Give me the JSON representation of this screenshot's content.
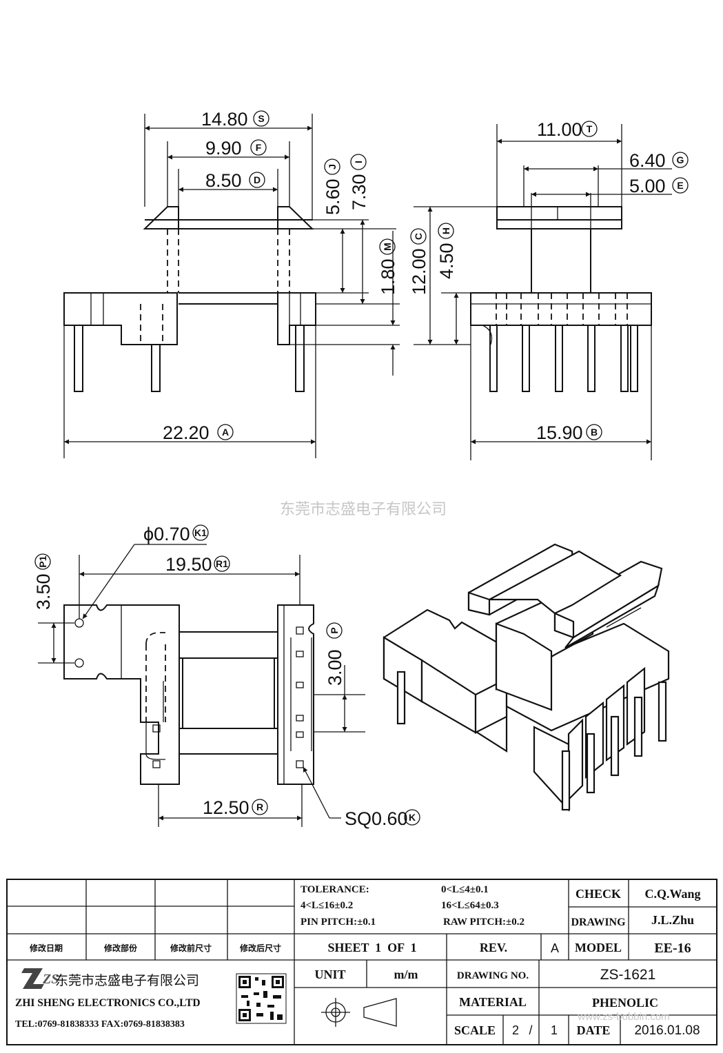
{
  "watermark": "东莞市志盛电子有限公司",
  "watermark_bottom": "www.zs-bobbin.com",
  "dimensions": {
    "front_top_width": {
      "value": "14.80",
      "tag": "S"
    },
    "front_mid_width": {
      "value": "9.90",
      "tag": "F"
    },
    "front_inner_width": {
      "value": "8.50",
      "tag": "D"
    },
    "front_h1": {
      "value": "5.60",
      "tag": "J"
    },
    "front_h2": {
      "value": "7.30",
      "tag": "I"
    },
    "front_h3": {
      "value": "1.80",
      "tag": "M"
    },
    "front_base_width": {
      "value": "22.20",
      "tag": "A"
    },
    "side_top_width": {
      "value": "11.00",
      "tag": "T"
    },
    "side_mid_width": {
      "value": "6.40",
      "tag": "G"
    },
    "side_inner_width": {
      "value": "5.00",
      "tag": "E"
    },
    "side_total_height": {
      "value": "12.00",
      "tag": "C"
    },
    "side_base_height": {
      "value": "4.50",
      "tag": "H"
    },
    "side_base_width": {
      "value": "15.90",
      "tag": "B"
    },
    "bottom_pin_dia": {
      "value": "ϕ0.70",
      "tag": "K1"
    },
    "bottom_span": {
      "value": "19.50",
      "tag": "R1"
    },
    "bottom_pitch_left": {
      "value": "3.50",
      "tag": "P1"
    },
    "bottom_pitch_right": {
      "value": "3.00",
      "tag": "P"
    },
    "bottom_width": {
      "value": "12.50",
      "tag": "R"
    },
    "bottom_square_pin": {
      "value": "SQ0.60",
      "tag": "K"
    }
  },
  "title_block": {
    "tolerance_label": "TOLERANCE:",
    "tol_1": "0<L≤4±0.1",
    "tol_2": "4<L≤16±0.2",
    "tol_3": "16<L≤64±0.3",
    "pin_pitch": "PIN PITCH:±0.1",
    "raw_pitch": "RAW PITCH:±0.2",
    "check_label": "CHECK",
    "check_value": "C.Q.Wang",
    "drawing_label": "DRAWING",
    "drawing_value": "J.L.Zhu",
    "rev_headers": [
      "修改日期",
      "修改部份",
      "修改前尺寸",
      "修改后尺寸"
    ],
    "sheet": "SHEET  1  OF  1",
    "rev_label": "REV.",
    "rev_value": "A",
    "model_label": "MODEL",
    "model_value": "EE-16",
    "company_cn": "东莞市志盛电子有限公司",
    "company_en": "ZHI SHENG ELECTRONICS CO.,LTD",
    "tel_fax": "TEL:0769-81838333 FAX:0769-81838383",
    "logo_text": "ZS",
    "unit_label": "UNIT",
    "unit_value": "m/m",
    "drawing_no_label": "DRAWING NO.",
    "drawing_no_value": "ZS-1621",
    "material_label": "MATERIAL",
    "material_value": "PHENOLIC",
    "scale_label": "SCALE",
    "scale_num": "2",
    "scale_sep": "/",
    "scale_den": "1",
    "date_label": "DATE",
    "date_value": "2016.01.08"
  }
}
